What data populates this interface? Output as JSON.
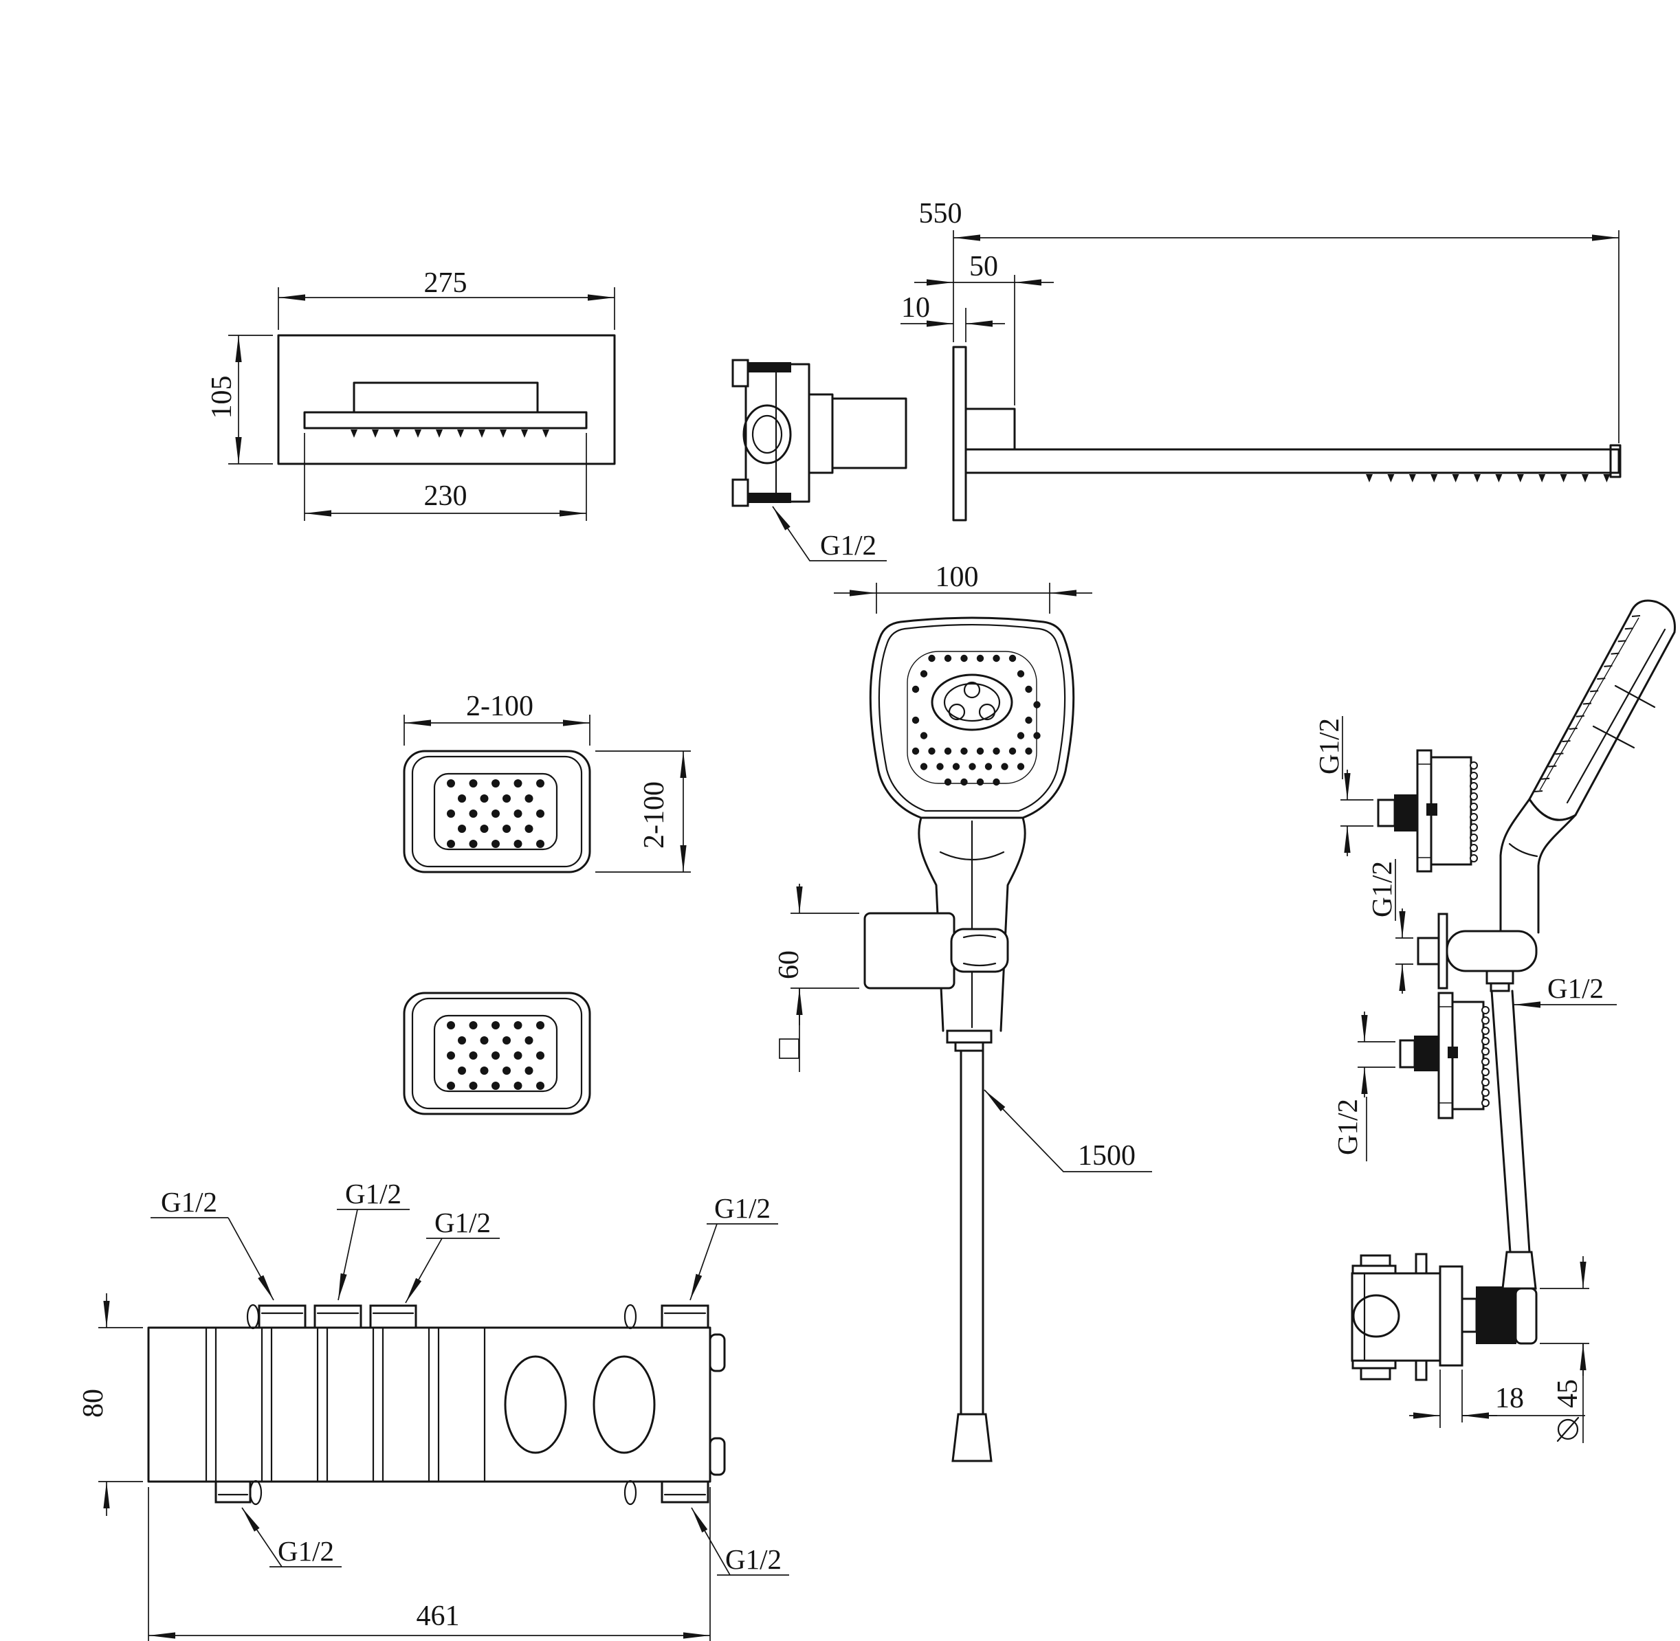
{
  "title": "shower-system-technical-drawing",
  "colors": {
    "background": "#ffffff",
    "line": "#141414"
  },
  "views": {
    "head_front": {
      "width": "275",
      "height": "105",
      "spout_width": "230"
    },
    "head_side": {
      "arm_length": "550",
      "mount_offset": "50",
      "plate_thickness": "10",
      "inlet_thread": "G1/2"
    },
    "body_jets_front": {
      "width": "2-100",
      "height": "2-100"
    },
    "hand_shower_front": {
      "head_width": "100",
      "bracket_size": "60",
      "hose_length": "1500"
    },
    "side_assembly": {
      "jet_top_thread": "G1/2",
      "bracket_thread": "G1/2",
      "hose_outlet_thread": "G1/2",
      "jet_bottom_thread": "G1/2",
      "plate_depth": "18",
      "knob_diameter_value": "45"
    },
    "mixer_front": {
      "port_top_1": "G1/2",
      "port_top_2": "G1/2",
      "port_top_3": "G1/2",
      "port_top_right": "G1/2",
      "port_bottom_left": "G1/2",
      "port_bottom_right": "G1/2",
      "body_height": "80",
      "body_length": "461"
    }
  }
}
